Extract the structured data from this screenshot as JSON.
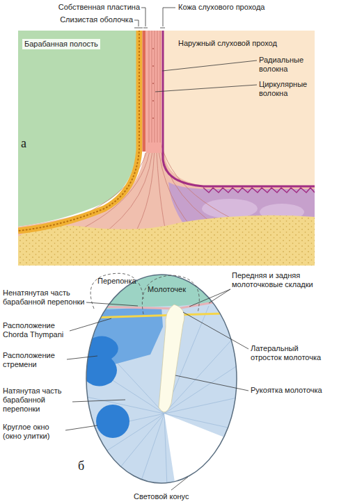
{
  "diagram": {
    "labels": [
      "Собственная пластина",
      "Кожа слухового прохода",
      "Слизистая оболочка",
      "Барабанная полость",
      "Наружный слуховой проход",
      "Радиальные волокна",
      "Циркулярные волокна",
      "а",
      "Перепонка",
      "Молоточек",
      "Передняя и задняя молоточковые складки",
      "Ненатянутая часть барабанной перепонки",
      "Расположение Chorda Thympani",
      "Латеральный отросток молоточка",
      "Расположение стремени",
      "Рукоятка молоточка",
      "Натянутая часть барабанной перепонки",
      "Круглое окно (окно улитки)",
      "б",
      "Световой конус"
    ]
  }
}
